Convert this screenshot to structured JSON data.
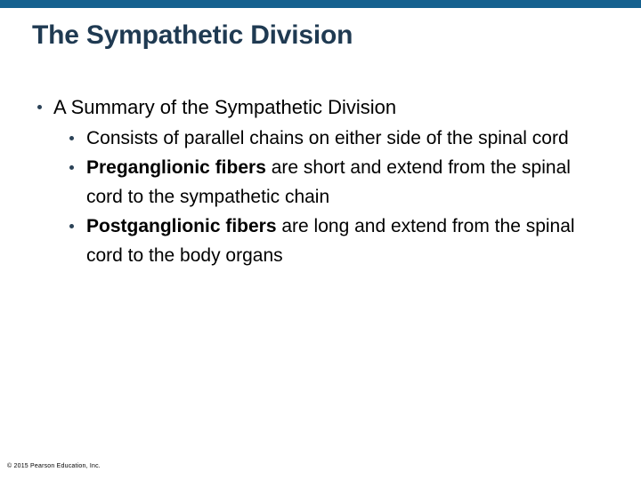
{
  "slide": {
    "title": "The Sympathetic Division",
    "accent_bar_color": "#15618f",
    "title_color": "#1f3a52",
    "bullet_color": "#2b4257",
    "background_color": "#ffffff",
    "bullets": [
      {
        "level": 1,
        "text": "A Summary of the Sympathetic Division"
      },
      {
        "level": 2,
        "bold_lead": "",
        "text": "Consists of parallel chains on either side of the spinal cord"
      },
      {
        "level": 2,
        "bold_lead": "Preganglionic fibers",
        "text": " are short and extend from the spinal cord to the sympathetic chain"
      },
      {
        "level": 2,
        "bold_lead": "Postganglionic fibers",
        "text": " are long and extend from the spinal cord to the body organs"
      }
    ],
    "footer": "© 2015 Pearson Education, Inc."
  }
}
